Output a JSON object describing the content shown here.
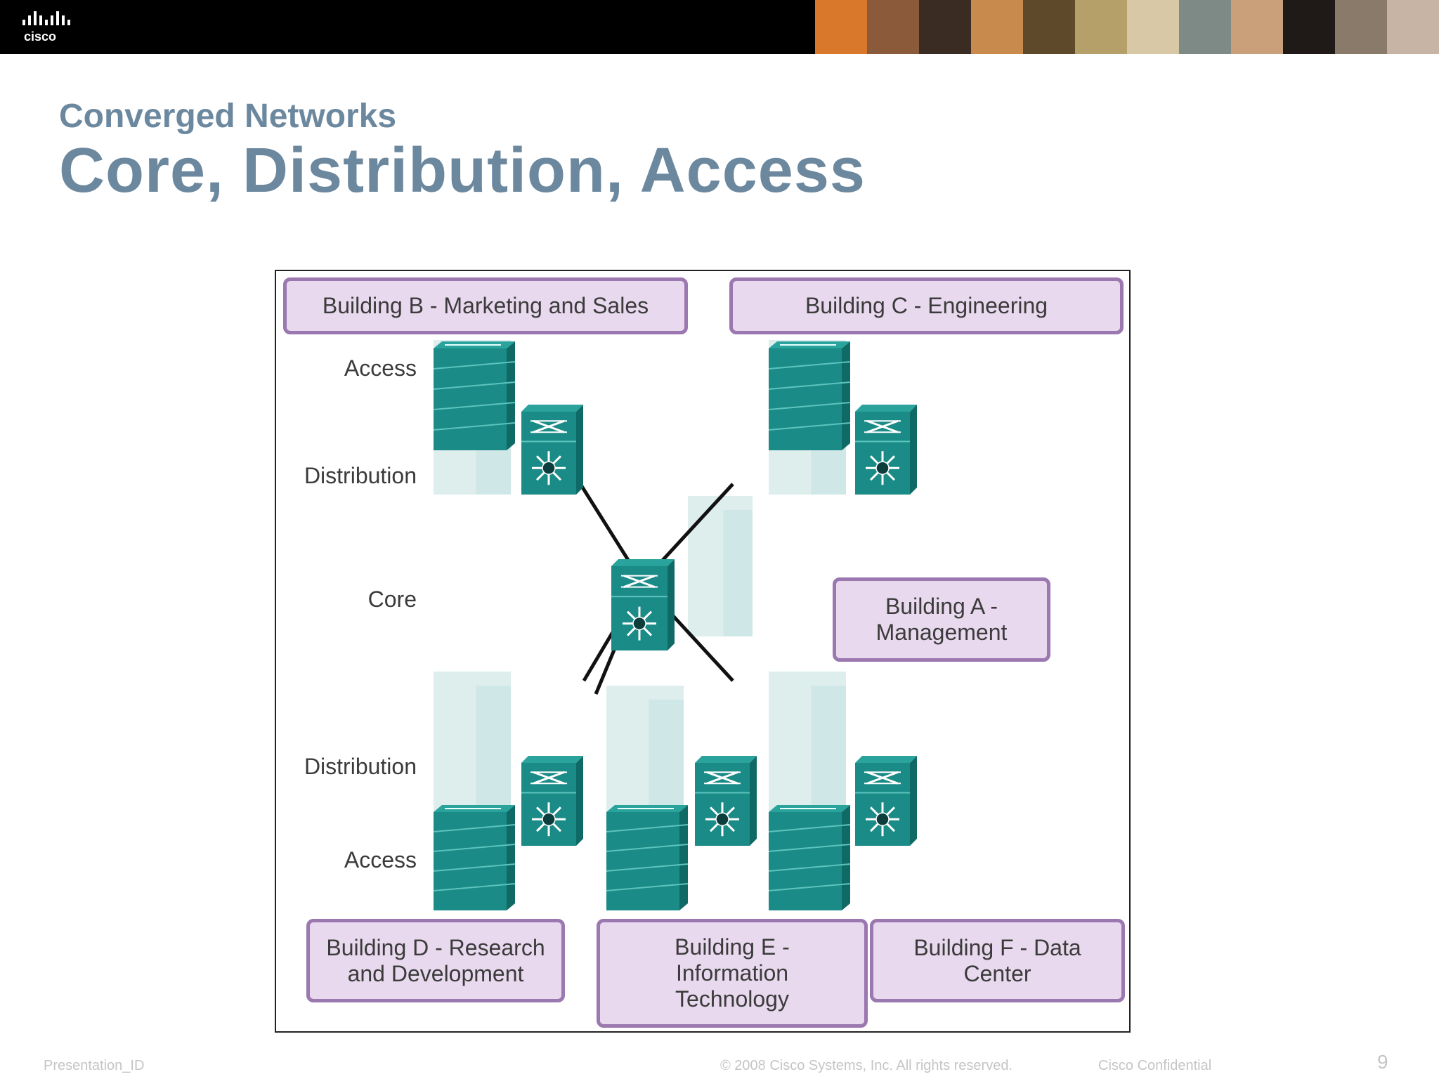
{
  "header": {
    "logo_text": "cisco",
    "photo_colors": [
      "#d9772b",
      "#8b5a3a",
      "#3a2c22",
      "#c98a4e",
      "#5e4a2a",
      "#b5a06a",
      "#d9c8a6",
      "#7e8a86",
      "#caa07a",
      "#1f1a18",
      "#8a7a6a",
      "#c8b4a4"
    ]
  },
  "slide": {
    "subtitle": "Converged Networks",
    "title": "Core, Distribution, Access"
  },
  "diagram": {
    "buildings": {
      "b": "Building B - Marketing and Sales",
      "c": "Building C - Engineering",
      "a_line1": "Building A -",
      "a_line2": "Management",
      "d_line1": "Building D - Research",
      "d_line2": "and Development",
      "e_line1": "Building E -",
      "e_line2": "Information",
      "e_line3": "Technology",
      "f_line1": "Building F - Data",
      "f_line2": "Center"
    },
    "layers": {
      "access_top": "Access",
      "distribution_top": "Distribution",
      "core": "Core",
      "distribution_bottom": "Distribution",
      "access_bottom": "Access"
    },
    "colors": {
      "switch": "#1a8b86",
      "switch_dark": "#0f6a66",
      "building_fill": "#e8d9ee",
      "building_border": "#9b78b0",
      "ghost": "#cfe7e6"
    }
  },
  "footer": {
    "presentation_id": "Presentation_ID",
    "copyright": "© 2008 Cisco Systems, Inc. All rights reserved.",
    "confidential": "Cisco Confidential",
    "page": "9"
  }
}
